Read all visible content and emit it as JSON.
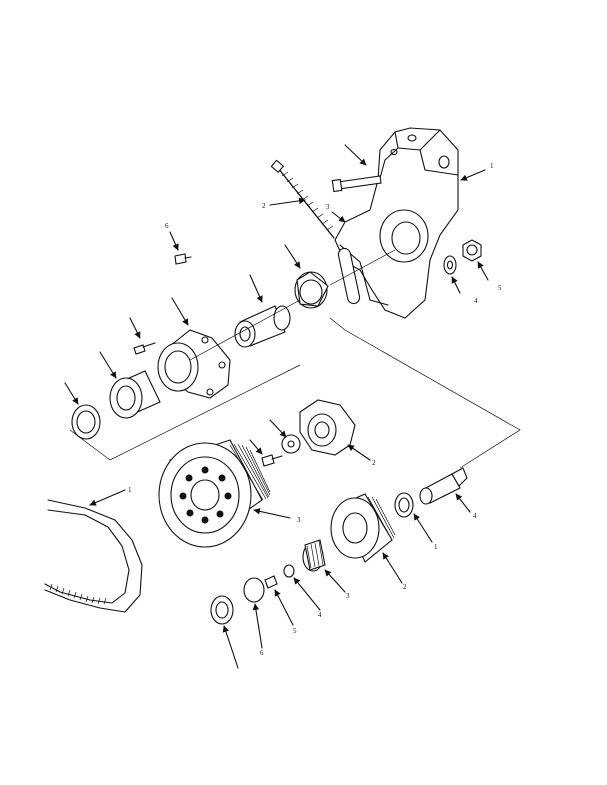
{
  "callouts": [
    "1",
    "2",
    "3",
    "4",
    "5",
    "6",
    "1",
    "2",
    "3",
    "4",
    "1",
    "2",
    "3",
    "4",
    "5",
    "6"
  ]
}
